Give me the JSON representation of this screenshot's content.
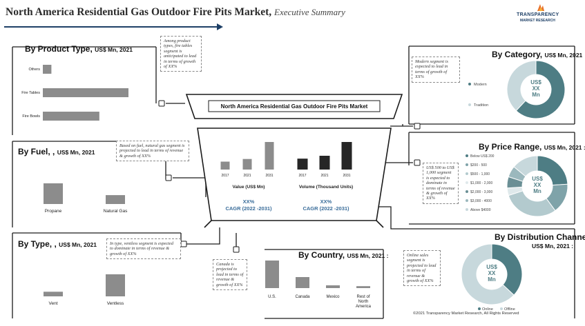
{
  "header": {
    "title": "North America Residential Gas Outdoor Fire Pits Market,",
    "subtitle": "Executive Summary",
    "logo_line1": "TRANSPARENCY",
    "logo_line2": "MARKET RESEARCH"
  },
  "center": {
    "banner": "North America Residential Gas Outdoor Fire Pits Market",
    "value_label": "Value (US$ Mn)",
    "volume_label": "Volume (Thousand Units)",
    "value_metric": "XX%",
    "value_cagr": "CAGR (2022 -2031)",
    "volume_metric": "XX%",
    "volume_cagr": "CAGR (2022 -2031)"
  },
  "notes": {
    "product": "Among product types, fire tables segment is anticipated to lead in terms of growth of XX%",
    "fuel": "Based on fuel, natural gas segment is projected to lead in terms of revenue & growth of XX%",
    "type": "In type, ventless segment is expected to dominate in terms of revenue & growth of XX%",
    "category": "Modern segment is expected to lead in terms of growth of XX%",
    "price": "US$ 500 to US$ 1,000 segment is expected to dominate in terms of revenue & growth of XX%",
    "country": "Canada is projected to lead in terms of revenue & growth of XX%",
    "channel": "Online sales segment is projected to lead in terms of revenue & growth of XX%"
  },
  "donut_center": {
    "line1": "US$",
    "line2": "XX",
    "line3": "Mn"
  },
  "footer": "©2021 Transparency Market Research, All Rights Reserved",
  "colors": {
    "bar": "#8c8c8c",
    "dark_bar": "#262626",
    "teal_dark": "#4e7d84",
    "teal_light": "#c7d8dc",
    "accent": "#1d3f66"
  },
  "chart_data": [
    {
      "id": "product_type",
      "type": "bar",
      "orientation": "horizontal",
      "title": "By Product Type,",
      "unit": "US$ Mn, 2021",
      "categories": [
        "Others",
        "Fire Tables",
        "Fire Bowls"
      ],
      "values": [
        1,
        10,
        6.6
      ]
    },
    {
      "id": "fuel",
      "type": "bar",
      "title": "By Fuel, ,",
      "unit": "US$ Mn, 2021",
      "categories": [
        "Propane",
        "Natural Gas"
      ],
      "values": [
        10,
        4.3
      ]
    },
    {
      "id": "type",
      "type": "bar",
      "title": "By Type, ,",
      "unit": "US$ Mn, 2021",
      "categories": [
        "Vent",
        "Ventless"
      ],
      "values": [
        2.1,
        10
      ]
    },
    {
      "id": "country",
      "type": "bar",
      "title": "By Country,",
      "unit": "US$ Mn, 2021 :",
      "categories": [
        "U.S.",
        "Canada",
        "Mexico",
        "Rest of North America"
      ],
      "values": [
        10,
        4,
        1,
        0.7
      ]
    },
    {
      "id": "value",
      "type": "bar",
      "categories": [
        "2017",
        "2021",
        "2031"
      ],
      "values": [
        2.7,
        3.6,
        9.4
      ]
    },
    {
      "id": "volume",
      "type": "bar",
      "categories": [
        "2017",
        "2021",
        "2031"
      ],
      "values": [
        3.8,
        4.8,
        9.6
      ]
    },
    {
      "id": "category",
      "type": "pie",
      "title": "By Category,",
      "unit": "US$ Mn, 2021",
      "categories": [
        "Modern",
        "Tradition"
      ],
      "values": [
        62,
        38
      ]
    },
    {
      "id": "price_range",
      "type": "pie",
      "title": "By Price Range,",
      "unit": "US$ Mn, 2021 :",
      "categories": [
        "Below US$ 200",
        "$200 - 500",
        "$500 - 1,000",
        "$1,000 - 2,000",
        "$2,000 - 3,000",
        "$3,000 - 4000",
        "Above $4000"
      ],
      "values": [
        24,
        16,
        30,
        4,
        6,
        6,
        14
      ]
    },
    {
      "id": "distribution_channel",
      "type": "pie",
      "title": "By Distribution Channel",
      "unit": "US$ Mn, 2021 :",
      "categories": [
        "Online",
        "Offline"
      ],
      "values": [
        37,
        63
      ]
    }
  ]
}
